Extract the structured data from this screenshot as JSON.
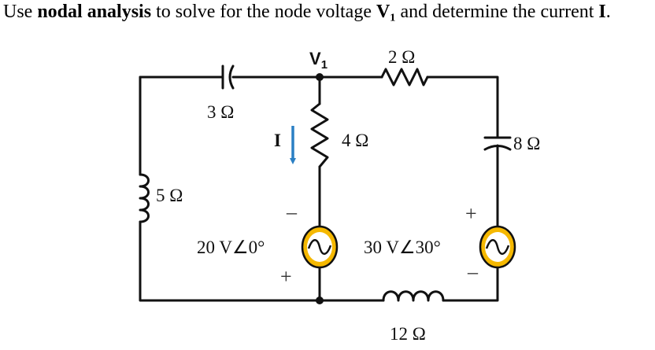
{
  "question": {
    "part1": "Use ",
    "bold1": "nodal analysis",
    "part2": " to solve for the node voltage ",
    "bold2": "V₁",
    "part3": " and determine the current ",
    "bold3": "I",
    "part4": "."
  },
  "circuit": {
    "node_label_main": "V",
    "node_label_sub": "1",
    "cap_left_label": "3 Ω",
    "res_top_label": "2 Ω",
    "res_mid_label": "4 Ω",
    "cap_right_label": "8 Ω",
    "ind_left_label": "5 Ω",
    "ind_bottom_label": "12 Ω",
    "current_label": "I",
    "source1_label": "20 V∠0°",
    "source1_top_sign": "–",
    "source1_bottom_sign": "+",
    "source2_label": "30 V∠30°",
    "source2_top_sign": "+",
    "source2_bottom_sign": "–",
    "colors": {
      "wire": "#111111",
      "source_fill": "#f5b800",
      "arrow": "#2a7fc4"
    }
  }
}
